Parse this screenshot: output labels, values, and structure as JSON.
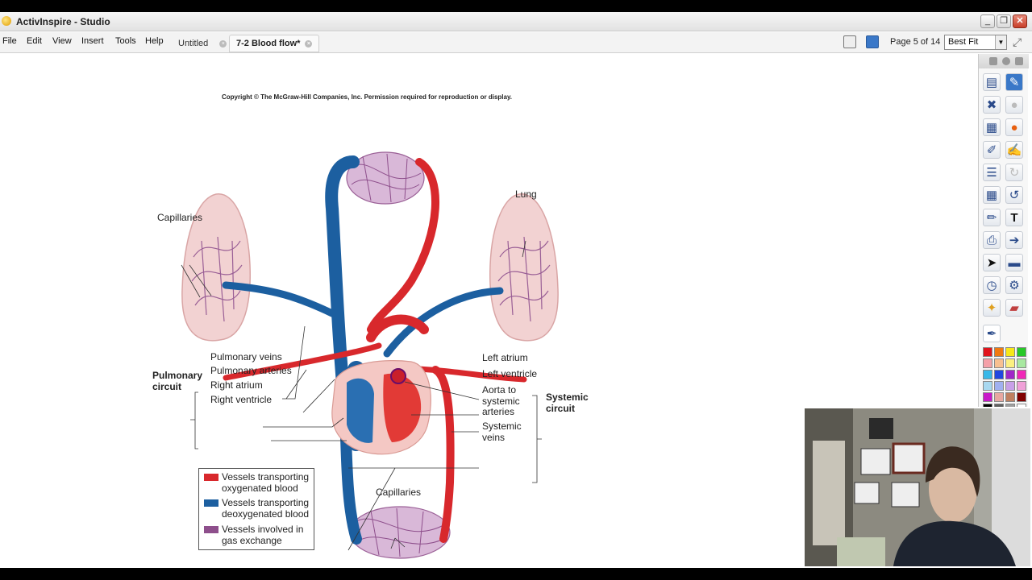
{
  "app": {
    "title": "ActivInspire - Studio"
  },
  "window_controls": {
    "minimize": "_",
    "restore": "❐",
    "close": "✕"
  },
  "menu": [
    "File",
    "Edit",
    "View",
    "Insert",
    "Tools",
    "Help"
  ],
  "tabs": [
    {
      "label": "Untitled",
      "active": false
    },
    {
      "label": "7-2 Blood flow*",
      "active": true
    }
  ],
  "toolbar": {
    "page_indicator": "Page 5 of 14",
    "zoom": "Best Fit"
  },
  "page": {
    "copyright": "Copyright © The McGraw-Hill Companies, Inc. Permission required for reproduction or display.",
    "labels": {
      "capillaries_top_left": "Capillaries",
      "lung": "Lung",
      "pulmonary_veins": "Pulmonary veins",
      "pulmonary_arteries": "Pulmonary arteries",
      "right_atrium": "Right atrium",
      "right_ventricle": "Right ventricle",
      "pulmonary_circuit": "Pulmonary circuit",
      "left_atrium": "Left atrium",
      "left_ventricle": "Left ventricle",
      "aorta": "Aorta to systemic arteries",
      "systemic_veins": "Systemic veins",
      "systemic_circuit": "Systemic circuit",
      "capillaries_bottom": "Capillaries"
    },
    "legend": [
      {
        "text": "Vessels transporting oxygenated blood",
        "color": "#d8282c"
      },
      {
        "text": "Vessels transporting deoxygenated blood",
        "color": "#1c5fa0"
      },
      {
        "text": "Vessels involved in gas exchange",
        "color": "#8e4f8c"
      }
    ]
  },
  "palette": {
    "colors": [
      "#e0141c",
      "#f07a10",
      "#f8e818",
      "#28c828",
      "#f4a0a8",
      "#f8c090",
      "#fcf080",
      "#a8e8a0",
      "#38b8e8",
      "#2048e0",
      "#a028c8",
      "#f028b8",
      "#a8d8f0",
      "#a0b0f0",
      "#c8a0e8",
      "#f0a0d8",
      "#c818c8",
      "#e8a8a0",
      "#c08060",
      "#800000",
      "#000000",
      "#606060",
      "#a0a0a0",
      "#ffffff"
    ]
  },
  "webcam": {
    "label": "presenter-video"
  }
}
